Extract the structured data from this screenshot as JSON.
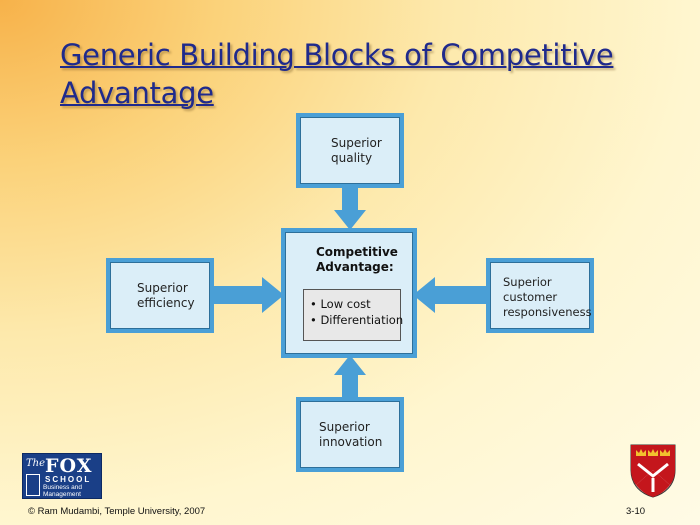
{
  "title": "Generic Building Blocks of Competitive Advantage",
  "diagram": {
    "center": {
      "title_line1": "Competitive",
      "title_line2": "Advantage:",
      "items": [
        "Low cost",
        "Differentiation"
      ]
    },
    "top": {
      "line1": "Superior",
      "line2": "quality"
    },
    "left": {
      "line1": "Superior",
      "line2": "efficiency"
    },
    "right": {
      "line1": "Superior",
      "line2": "customer",
      "line3": "responsiveness"
    },
    "bottom": {
      "line1": "Superior",
      "line2": "innovation"
    },
    "colors": {
      "arrow": "#4a9fd6",
      "box_frame": "#4a9fd6",
      "box_fill": "#dbeef8",
      "title": "#1f2a8c"
    }
  },
  "logo": {
    "the": "The",
    "fox": "FOX",
    "school": "SCHOOL",
    "bm_line1": "Business and",
    "bm_line2": "Management"
  },
  "footer": {
    "copyright": "© Ram Mudambi, Temple University, 2007",
    "page": "3-10"
  }
}
